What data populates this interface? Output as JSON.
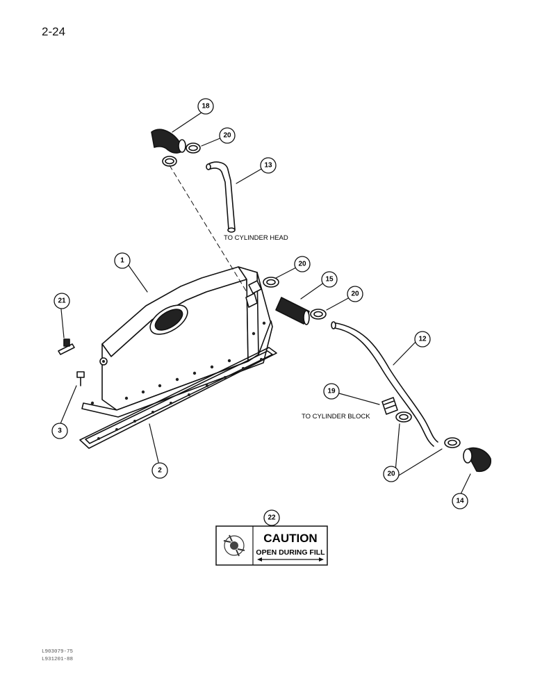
{
  "page_number": "2-24",
  "notes": {
    "to_cylinder_head": "TO CYLINDER HEAD",
    "to_cylinder_block": "TO CYLINDER BLOCK"
  },
  "decal": {
    "title": "CAUTION",
    "subtitle": "OPEN DURING FILL"
  },
  "callouts": [
    "18",
    "20",
    "13",
    "1",
    "20",
    "15",
    "20",
    "21",
    "12",
    "19",
    "3",
    "2",
    "20",
    "14",
    "22"
  ],
  "footer": {
    "code1": "L903079-75",
    "code2": "L931201-88"
  }
}
